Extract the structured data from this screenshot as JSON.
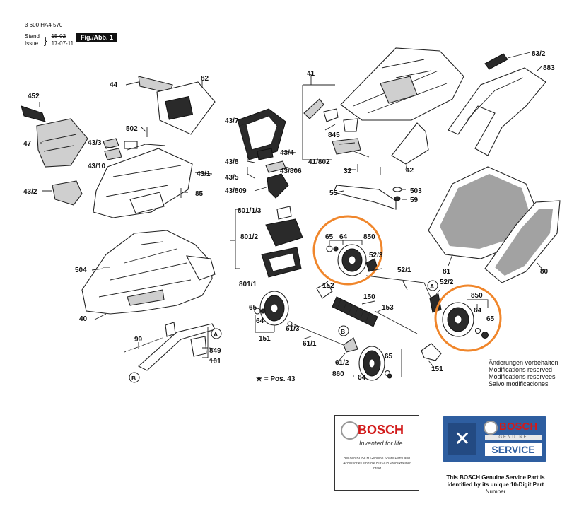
{
  "header": {
    "doc_number": "3 600 HA4 570",
    "stand_label": "Stand",
    "issue_label": "Issue",
    "stand_date_old": "15-02",
    "issue_date": "17-07-11",
    "figure_label": "Fig./Abb. 1"
  },
  "callouts": [
    "452",
    "47",
    "43/2",
    "44",
    "502",
    "43/3",
    "43/10",
    "82",
    "43/1",
    "85",
    "504",
    "40",
    "99",
    "849",
    "101",
    "43/7",
    "43/8",
    "43/4",
    "43/5",
    "43/806",
    "43/809",
    "801/1/3",
    "801/2",
    "801/1",
    "41",
    "845",
    "41/802",
    "32",
    "42",
    "55",
    "503",
    "59",
    "883",
    "83/2",
    "81",
    "80",
    "65",
    "64",
    "850",
    "52/3",
    "52/1",
    "52/2",
    "152",
    "150",
    "153",
    "61/3",
    "61/1",
    "61/2",
    "860",
    "151",
    "A",
    "B"
  ],
  "legend": {
    "star_note": "★ = Pos. 43"
  },
  "disclaimer": [
    "Änderungen vorbehalten",
    "Modifications reserved",
    "Modifications reservees",
    "Salvo modificaciones"
  ],
  "logo_bosch": {
    "brand": "BOSCH",
    "tagline": "Invented for life",
    "fineprint": "Bei den BOSCH Genuine Spare Parts and Accessories sind die BOSCH Produktfelder intakt"
  },
  "logo_service": {
    "brand": "BOSCH",
    "genuine": "GENUINE",
    "service": "SERVICE"
  },
  "caption": {
    "text": "This BOSCH Genuine Service Part is identified by its unique 10-Digit Part",
    "last": "Number"
  },
  "colors": {
    "highlight": "#f0862b",
    "service_blue": "#2e5ea0",
    "bosch_red": "#d21a1a"
  }
}
